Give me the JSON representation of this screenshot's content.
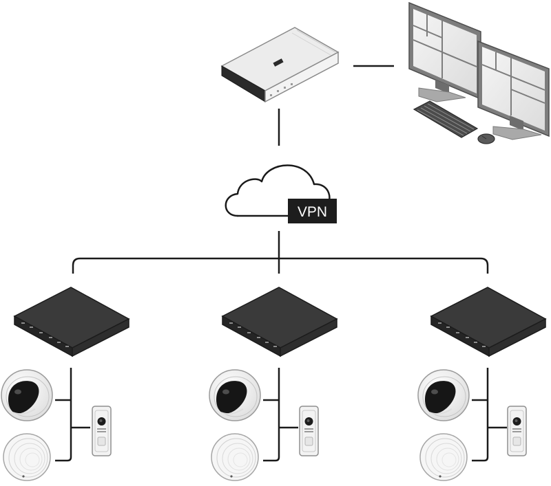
{
  "cloud": {
    "label": "VPN",
    "icon": "cloud-icon"
  },
  "colors": {
    "line": "#1a1a1a",
    "recorder_dark": "#2b2b2b",
    "server_light": "#e9e9e9",
    "monitor_frame": "#7d7d7d",
    "camera_white": "#f4f4f4"
  },
  "central_site": {
    "devices": [
      "rack-server",
      "dual-monitor-workstation",
      "keyboard",
      "mouse"
    ]
  },
  "remote_sites": [
    {
      "devices": [
        "network-video-recorder",
        "dome-camera",
        "speaker",
        "video-intercom"
      ]
    },
    {
      "devices": [
        "network-video-recorder",
        "dome-camera",
        "speaker",
        "video-intercom"
      ]
    },
    {
      "devices": [
        "network-video-recorder",
        "dome-camera",
        "speaker",
        "video-intercom"
      ]
    }
  ]
}
